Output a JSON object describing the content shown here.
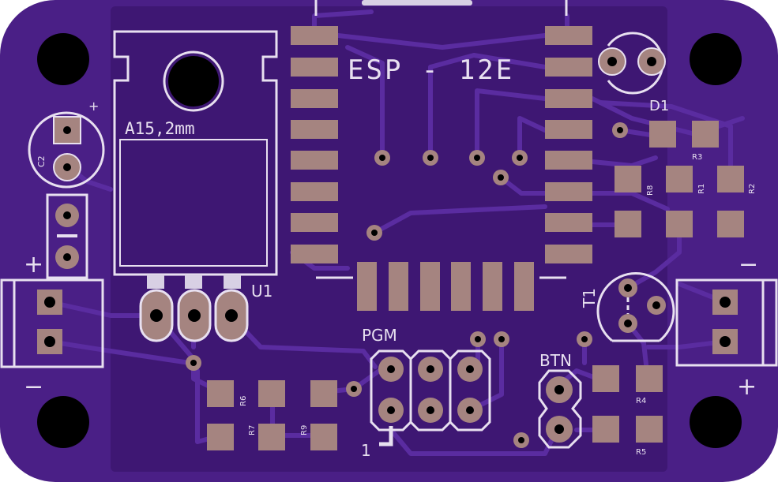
{
  "board": {
    "colors": {
      "mask": "#4a1f86",
      "pour": "#3e1773",
      "trace": "#5a2ca0",
      "silk": "#e8e0f0",
      "pad": "#a58480",
      "hole": "#000000"
    },
    "labels": {
      "module": "ESP - 12E",
      "regulator_pad": "A15,2mm",
      "regulator": "U1",
      "led": "D1",
      "transistor": "T1",
      "program_header": "PGM",
      "pin_one": "1",
      "button": "BTN",
      "cap": "C2",
      "plus_left": "+",
      "minus_left": "−",
      "plus_right": "+",
      "minus_right": "−",
      "cap_plus": "+"
    },
    "resistors": {
      "r1": "R1",
      "r2": "R2",
      "r3": "R3",
      "r4": "R4",
      "r5": "R5",
      "r6": "R6",
      "r7": "R7",
      "r8": "R8",
      "r9": "R9"
    }
  }
}
